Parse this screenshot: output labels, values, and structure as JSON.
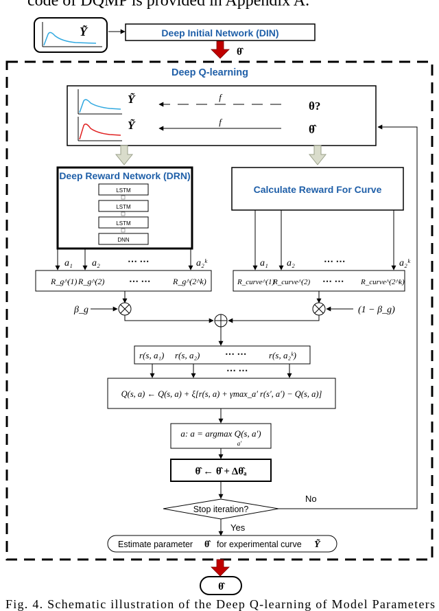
{
  "header_text": "code of DQMP is provided in Appendix A.",
  "din": {
    "input_symbol": "Ỹ",
    "label": "Deep Initial Network (DIN)",
    "output_symbol": "θ̂"
  },
  "dql": {
    "title": "Deep Q-learning"
  },
  "top_box": {
    "row1": {
      "left": "Ỹ",
      "func": "f",
      "right": "θ?"
    },
    "row2": {
      "left": "Ỹ",
      "func": "f",
      "right": "θ̂"
    }
  },
  "drn": {
    "title": "Deep Reward Network (DRN)",
    "layers": [
      "LSTM",
      "LSTM",
      "LSTM",
      "DNN"
    ]
  },
  "calc": {
    "title": "Calculate Reward For Curve"
  },
  "actions_left": [
    "a₁",
    "a₂",
    "⋯ ⋯",
    "a₂ᵏ"
  ],
  "actions_right": [
    "a₁",
    "a₂",
    "⋯ ⋯",
    "a₂ᵏ"
  ],
  "rewards_left": [
    "R_g^(1)",
    "R_g^(2)",
    "⋯ ⋯",
    "R_g^(2^k)"
  ],
  "rewards_right": [
    "R_curve^(1)",
    "R_curve^(2)",
    "⋯ ⋯",
    "R_curve^(2^k)"
  ],
  "beta_left": "β_g",
  "beta_right": "(1 − β_g)",
  "r_box": [
    "r(s, a₁)",
    "r(s, a₂)",
    "⋯ ⋯",
    "r(s, a₂ᵏ)"
  ],
  "dots_between": "⋯ ⋯",
  "q_update": "Q(s, a) ← Q(s, a) + ξ[r(s, a) + γmax_a′ r(s′, a′) − Q(s, a)]",
  "argmax": {
    "prefix": "a: a = argmax Q(s, a′)",
    "sub": "a′"
  },
  "theta_update": "θ̂ ← θ̂ + Δθ̂ₐ",
  "decision": "Stop iteration?",
  "no_label": "No",
  "yes_label": "Yes",
  "estimate": {
    "prefix": "Estimate parameter",
    "theta": "θ̂",
    "middle": "for experimental curve",
    "y": "Ỹ"
  },
  "final_output": "θ̂",
  "caption": "Fig. 4.  Schematic illustration of the Deep Q-learning of Model Parameters"
}
